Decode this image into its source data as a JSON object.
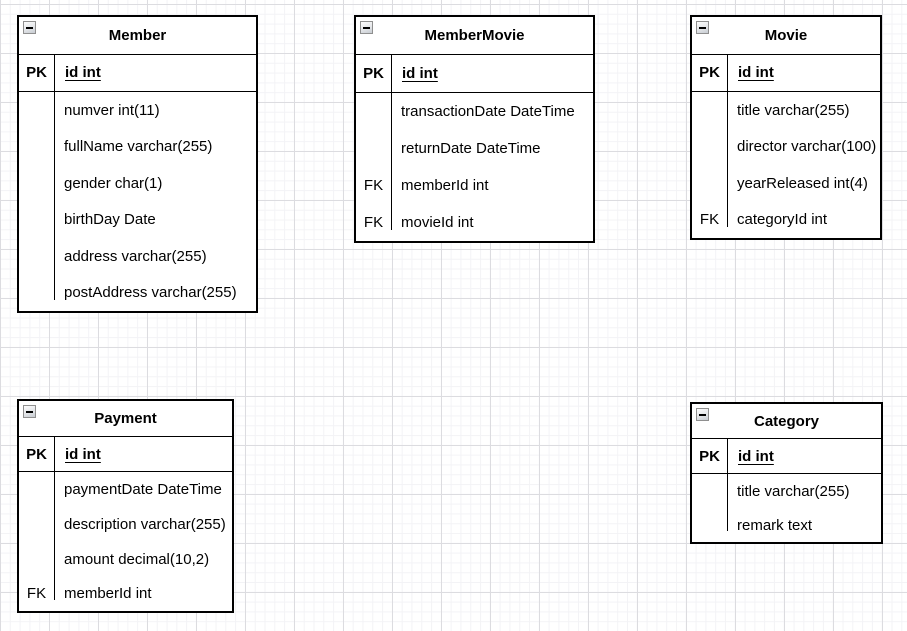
{
  "canvas": {
    "background": "#ffffff",
    "grid_major_color": "#dcdce0",
    "grid_minor_color": "#f3f3f6"
  },
  "colors": {
    "table_border": "#000000",
    "table_background": "#ffffff",
    "text": "#000000",
    "collapse_icon_border": "#8f8f8f",
    "collapse_icon_fill": "#e4e6e9"
  },
  "icons": {
    "collapse_icon": "minus"
  },
  "tables": [
    {
      "name": "Member",
      "rows": [
        {
          "key": "PK",
          "value": "id int"
        },
        {
          "key": "",
          "value": "numver int(11)"
        },
        {
          "key": "",
          "value": "fullName varchar(255)"
        },
        {
          "key": "",
          "value": "gender char(1)"
        },
        {
          "key": "",
          "value": "birthDay Date"
        },
        {
          "key": "",
          "value": "address varchar(255)"
        },
        {
          "key": "",
          "value": "postAddress varchar(255)"
        }
      ]
    },
    {
      "name": "MemberMovie",
      "rows": [
        {
          "key": "PK",
          "value": "id int"
        },
        {
          "key": "",
          "value": "transactionDate DateTime"
        },
        {
          "key": "",
          "value": "returnDate DateTime"
        },
        {
          "key": "FK",
          "value": "memberId int"
        },
        {
          "key": "FK",
          "value": "movieId int"
        }
      ]
    },
    {
      "name": "Movie",
      "rows": [
        {
          "key": "PK",
          "value": "id int"
        },
        {
          "key": "",
          "value": "title varchar(255)"
        },
        {
          "key": "",
          "value": "director varchar(100)"
        },
        {
          "key": "",
          "value": "yearReleased int(4)"
        },
        {
          "key": "FK",
          "value": "categoryId int"
        }
      ]
    },
    {
      "name": "Payment",
      "rows": [
        {
          "key": "PK",
          "value": "id int"
        },
        {
          "key": "",
          "value": "paymentDate DateTime"
        },
        {
          "key": "",
          "value": "description varchar(255)"
        },
        {
          "key": "",
          "value": "amount decimal(10,2)"
        },
        {
          "key": "FK",
          "value": "memberId int"
        }
      ]
    },
    {
      "name": "Category",
      "rows": [
        {
          "key": "PK",
          "value": "id int"
        },
        {
          "key": "",
          "value": "title varchar(255)"
        },
        {
          "key": "",
          "value": "remark text"
        }
      ]
    }
  ]
}
